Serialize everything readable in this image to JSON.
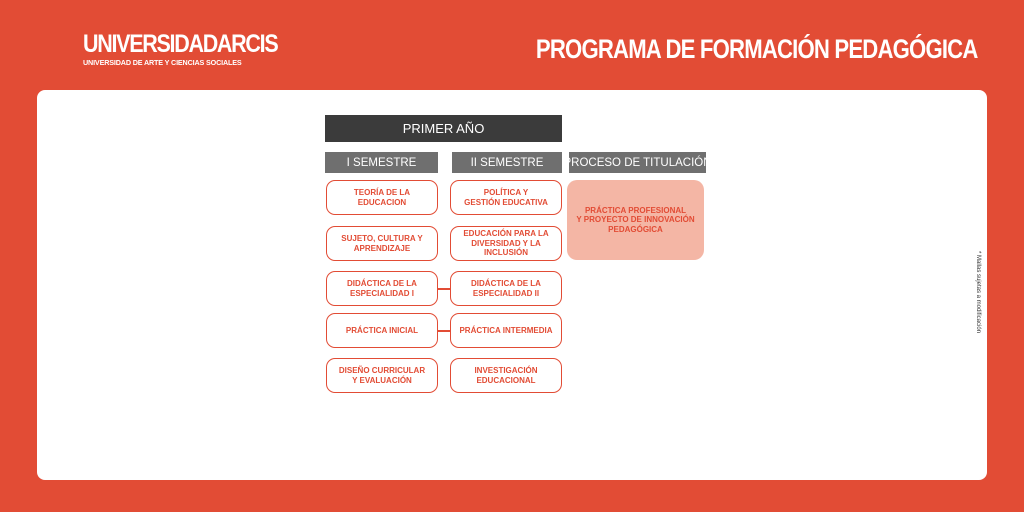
{
  "brand": {
    "name": "UNIVERSIDADARCIS",
    "subtitle": "UNIVERSIDAD DE ARTE Y CIENCIAS SOCIALES"
  },
  "header": {
    "title": "PROGRAMA DE FORMACIÓN PEDAGÓGICA"
  },
  "year": {
    "label": "PRIMER AÑO"
  },
  "columns": {
    "sem1": "I SEMESTRE",
    "sem2": "II SEMESTRE",
    "titulacion": "PROCESO DE TITULACIÓN"
  },
  "semester1": [
    "TEORÍA DE LA\nEDUCACION",
    "SUJETO, CULTURA Y\nAPRENDIZAJE",
    "DIDÁCTICA DE LA\nESPECIALIDAD I",
    "PRÁCTICA INICIAL",
    "DISEÑO CURRICULAR\nY EVALUACIÓN"
  ],
  "semester2": [
    "POLÍTICA Y\nGESTIÓN EDUCATIVA",
    "EDUCACIÓN PARA LA\nDIVERSIDAD Y LA INCLUSIÓN",
    "DIDÁCTICA DE LA\nESPECIALIDAD II",
    "PRÁCTICA INTERMEDIA",
    "INVESTIGACIÓN\nEDUCACIONAL"
  ],
  "titulacion": {
    "label": "PRÁCTICA PROFESIONAL\nY PROYECTO DE INNOVACIÓN\nPEDAGÓGICA"
  },
  "note": "* Mallas sujetas a modificación",
  "colors": {
    "brand": "#e24c35",
    "dark": "#3b3b3b",
    "gray": "#6f6f6f",
    "pale": "#f4b6a5"
  }
}
